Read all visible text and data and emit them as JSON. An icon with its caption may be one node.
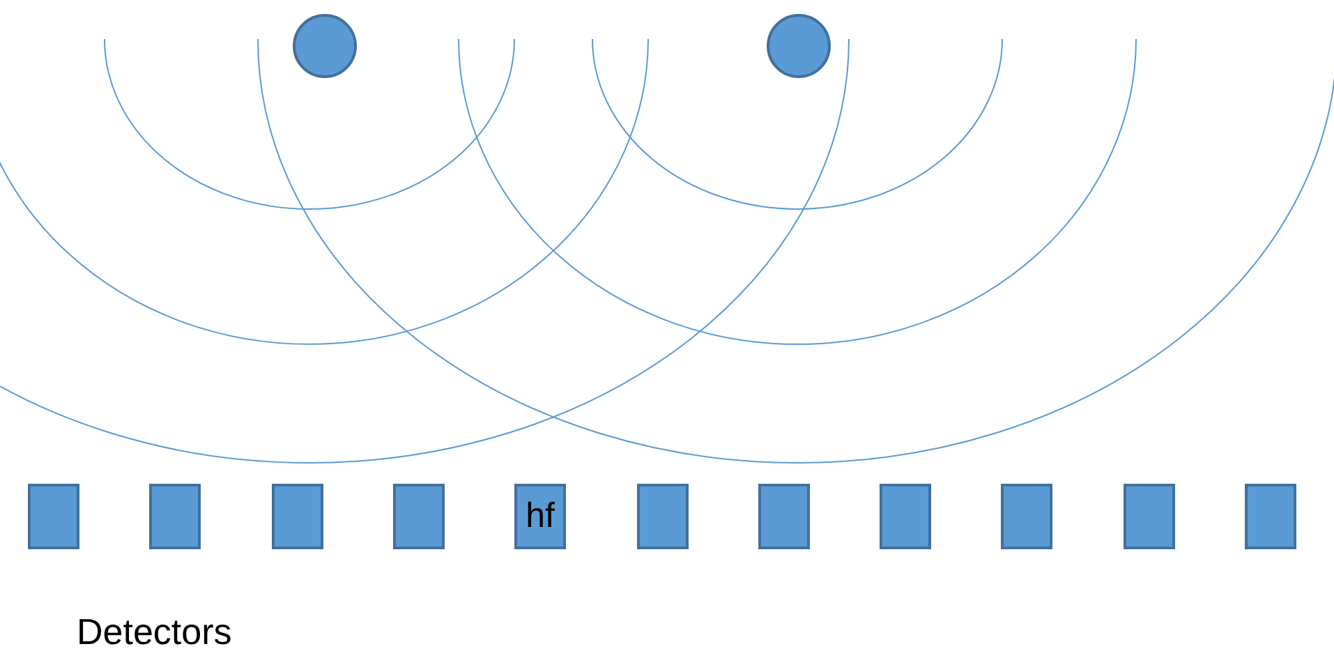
{
  "diagram": {
    "nodes": [
      {
        "text": [],
        "shape": "circle"
      },
      {
        "text": [],
        "shape": "circle"
      },
      {
        "text": [],
        "shape": "box"
      },
      {
        "text": [],
        "shape": "box"
      },
      {
        "text": [],
        "shape": "box"
      },
      {
        "text": [],
        "shape": "box"
      },
      {
        "text": [
          "hf"
        ]
      },
      {
        "text": [],
        "shape": "box"
      },
      {
        "text": [],
        "shape": "box"
      },
      {
        "text": [],
        "shape": "box"
      },
      {
        "text": [],
        "shape": "box"
      },
      {
        "text": [],
        "shape": "box"
      },
      {
        "text": [],
        "shape": "box"
      }
    ],
    "labels": [
      "Detectors"
    ]
  }
}
